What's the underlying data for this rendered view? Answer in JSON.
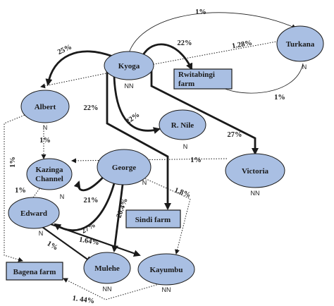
{
  "colors": {
    "node_fill": "#a9bfe3",
    "stroke": "#1a1a1a",
    "background": "#ffffff"
  },
  "nodes": {
    "kyoga": {
      "label": "Kyoga",
      "sub": "NN"
    },
    "turkana": {
      "label": "Turkana",
      "sub": "N"
    },
    "albert": {
      "label": "Albert",
      "sub": "N"
    },
    "rnile": {
      "label": "R. Nile",
      "sub": "N"
    },
    "victoria": {
      "label": "Victoria",
      "sub": "NN"
    },
    "kazinga": {
      "label_line1": "Kazinga",
      "label_line2": "Channel",
      "sub": "N"
    },
    "george": {
      "label": "George",
      "sub": "N"
    },
    "edward": {
      "label": "Edward",
      "sub": "N"
    },
    "mulehe": {
      "label": "Mulehe",
      "sub": "NN"
    },
    "kayumbu": {
      "label": "Kayumbu",
      "sub": "NN"
    }
  },
  "farms": {
    "rwitabingi": {
      "label_line1": "Rwitabingi",
      "label_line2": "farm"
    },
    "sindi": {
      "label": "Sindi farm"
    },
    "bagena": {
      "label": "Bagena farm"
    }
  },
  "edge_labels": {
    "kyoga_turkana": "1%",
    "kyoga_albert": "25%",
    "kyoga_rwitabingi": "22%",
    "turkana_albert": "1.28%",
    "turkana_rwitabingi": "1%",
    "kyoga_sindi": "22%",
    "kyoga_rnile": "22%",
    "kyoga_victoria": "27%",
    "albert_kazinga": "1%",
    "albert_bagena": "1%",
    "victoria_kazinga": "1%",
    "george_kazinga": "21%",
    "george_mulehe": "20.4%",
    "george_kayumbu": "1.8%",
    "edward_kazinga": "1%",
    "george_edward": "27%",
    "edward_kayumbu": "1.64%",
    "edward_mulehe": "1%",
    "kayumbu_bagena": "1. 44%"
  }
}
